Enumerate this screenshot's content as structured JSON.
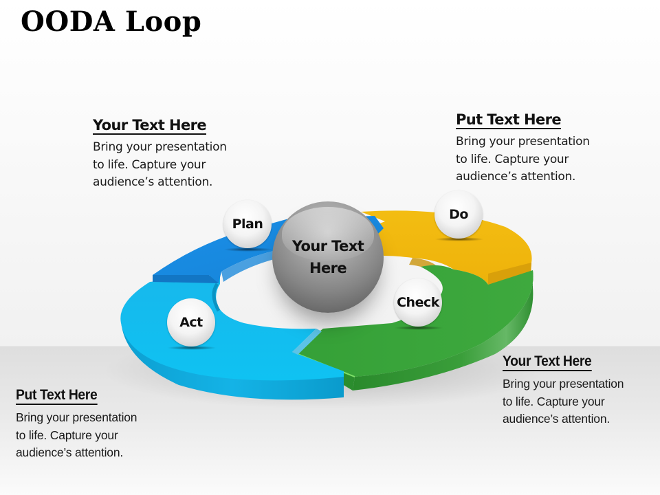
{
  "title": "OODA Loop",
  "center": {
    "label_line1": "Your Text",
    "label_line2": "Here"
  },
  "stages": [
    {
      "label": "Plan",
      "color": "#1a8fe6"
    },
    {
      "label": "Do",
      "color": "#f2b90e"
    },
    {
      "label": "Check",
      "color": "#3aa33a"
    },
    {
      "label": "Act",
      "color": "#16b9ea"
    }
  ],
  "callouts": [
    {
      "position": "top-left",
      "heading": "Your Text Here",
      "body": "Bring your presentation to life. Capture your audience’s attention.",
      "lines": [
        "Bring your presentation",
        "to life. Capture your",
        "audience’s attention."
      ]
    },
    {
      "position": "top-right",
      "heading": "Put Text Here",
      "body": "Bring your presentation to life. Capture your audience’s attention.",
      "lines": [
        "Bring your presentation",
        "to life. Capture your",
        "audience’s attention."
      ]
    },
    {
      "position": "bottom-left",
      "heading": "Put Text Here",
      "body": "Bring your presentation to life. Capture your audience’s attention.",
      "lines": [
        "Bring your presentation",
        "to life. Capture your",
        "audience’s attention."
      ]
    },
    {
      "position": "bottom-right",
      "heading": "Your Text Here",
      "body": "Bring your presentation to life. Capture your audience’s attention.",
      "lines": [
        "Bring your presentation",
        "to life. Capture your",
        "audience’s attention."
      ]
    }
  ]
}
